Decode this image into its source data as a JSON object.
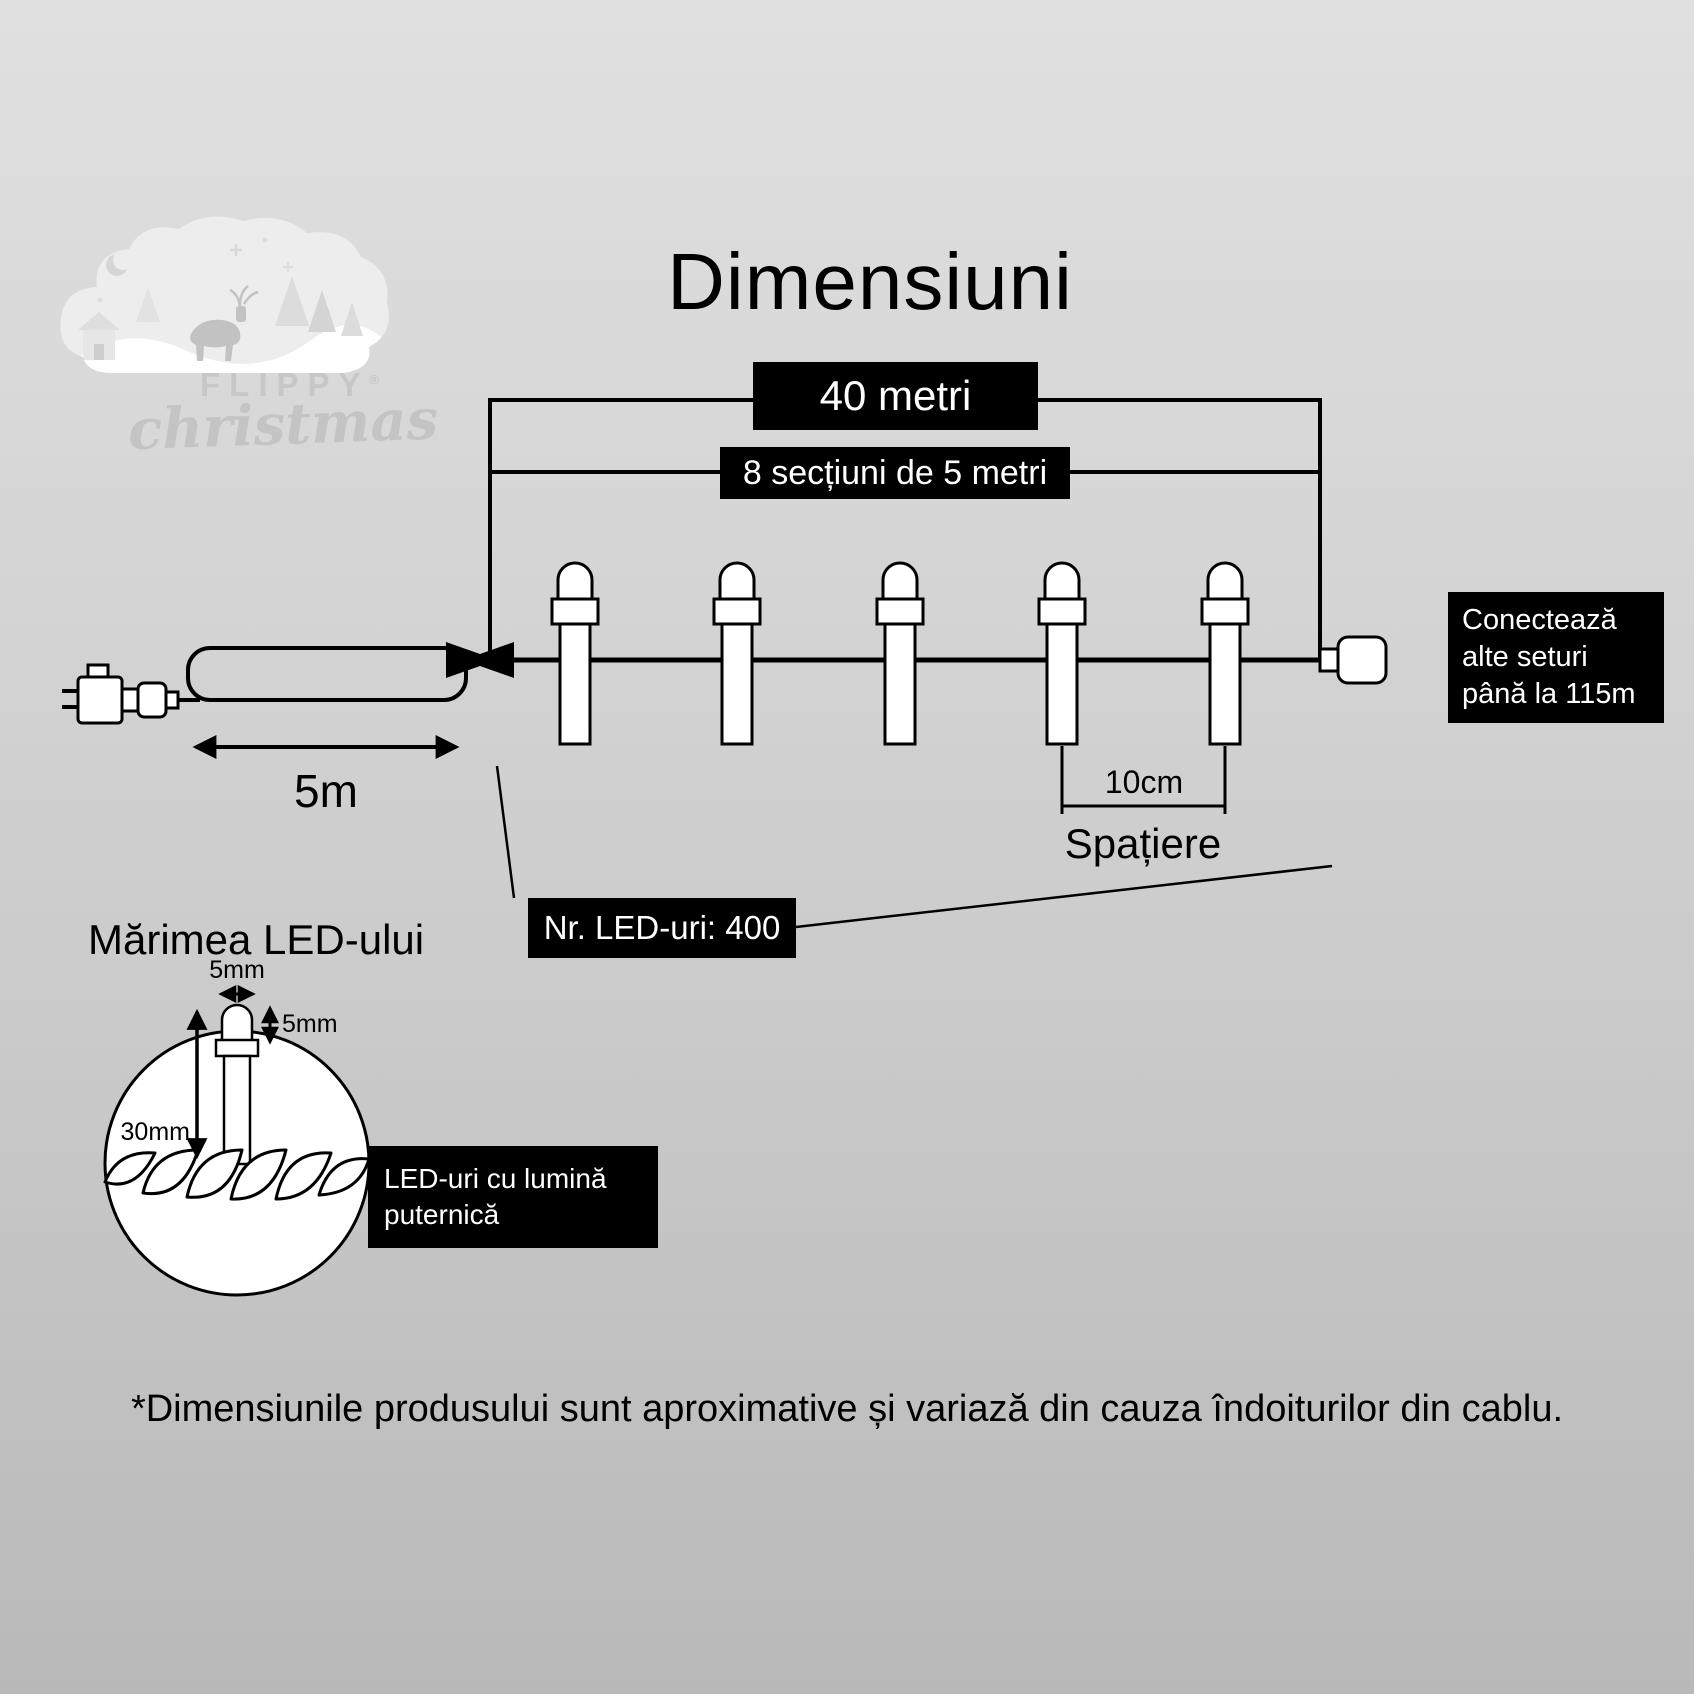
{
  "title": "Dimensiuni",
  "logo": {
    "brand": "FLIPPY",
    "reg": "®",
    "script": "christmas"
  },
  "string_diagram": {
    "total_length": "40 metri",
    "sections": "8 secțiuni de 5 metri",
    "lead_length": "5m",
    "spacing_value": "10cm",
    "spacing_caption": "Spațiere",
    "led_count": "Nr. LED-uri: 400",
    "connect_note": "Conectează alte seturi până la 115m"
  },
  "led_detail": {
    "heading": "Mărimea LED-ului",
    "bulb_width": "5mm",
    "bulb_height": "5mm",
    "bulb_length": "30mm",
    "callout": "LED-uri cu lumină puternică"
  },
  "footnote": "*Dimensiunile produsului sunt aproximative și variază din cauza îndoiturilor din cablu.",
  "colors": {
    "box_bg": "#000000",
    "box_text": "#ffffff",
    "line": "#000000",
    "logo_gray": "#c7c7c7"
  }
}
